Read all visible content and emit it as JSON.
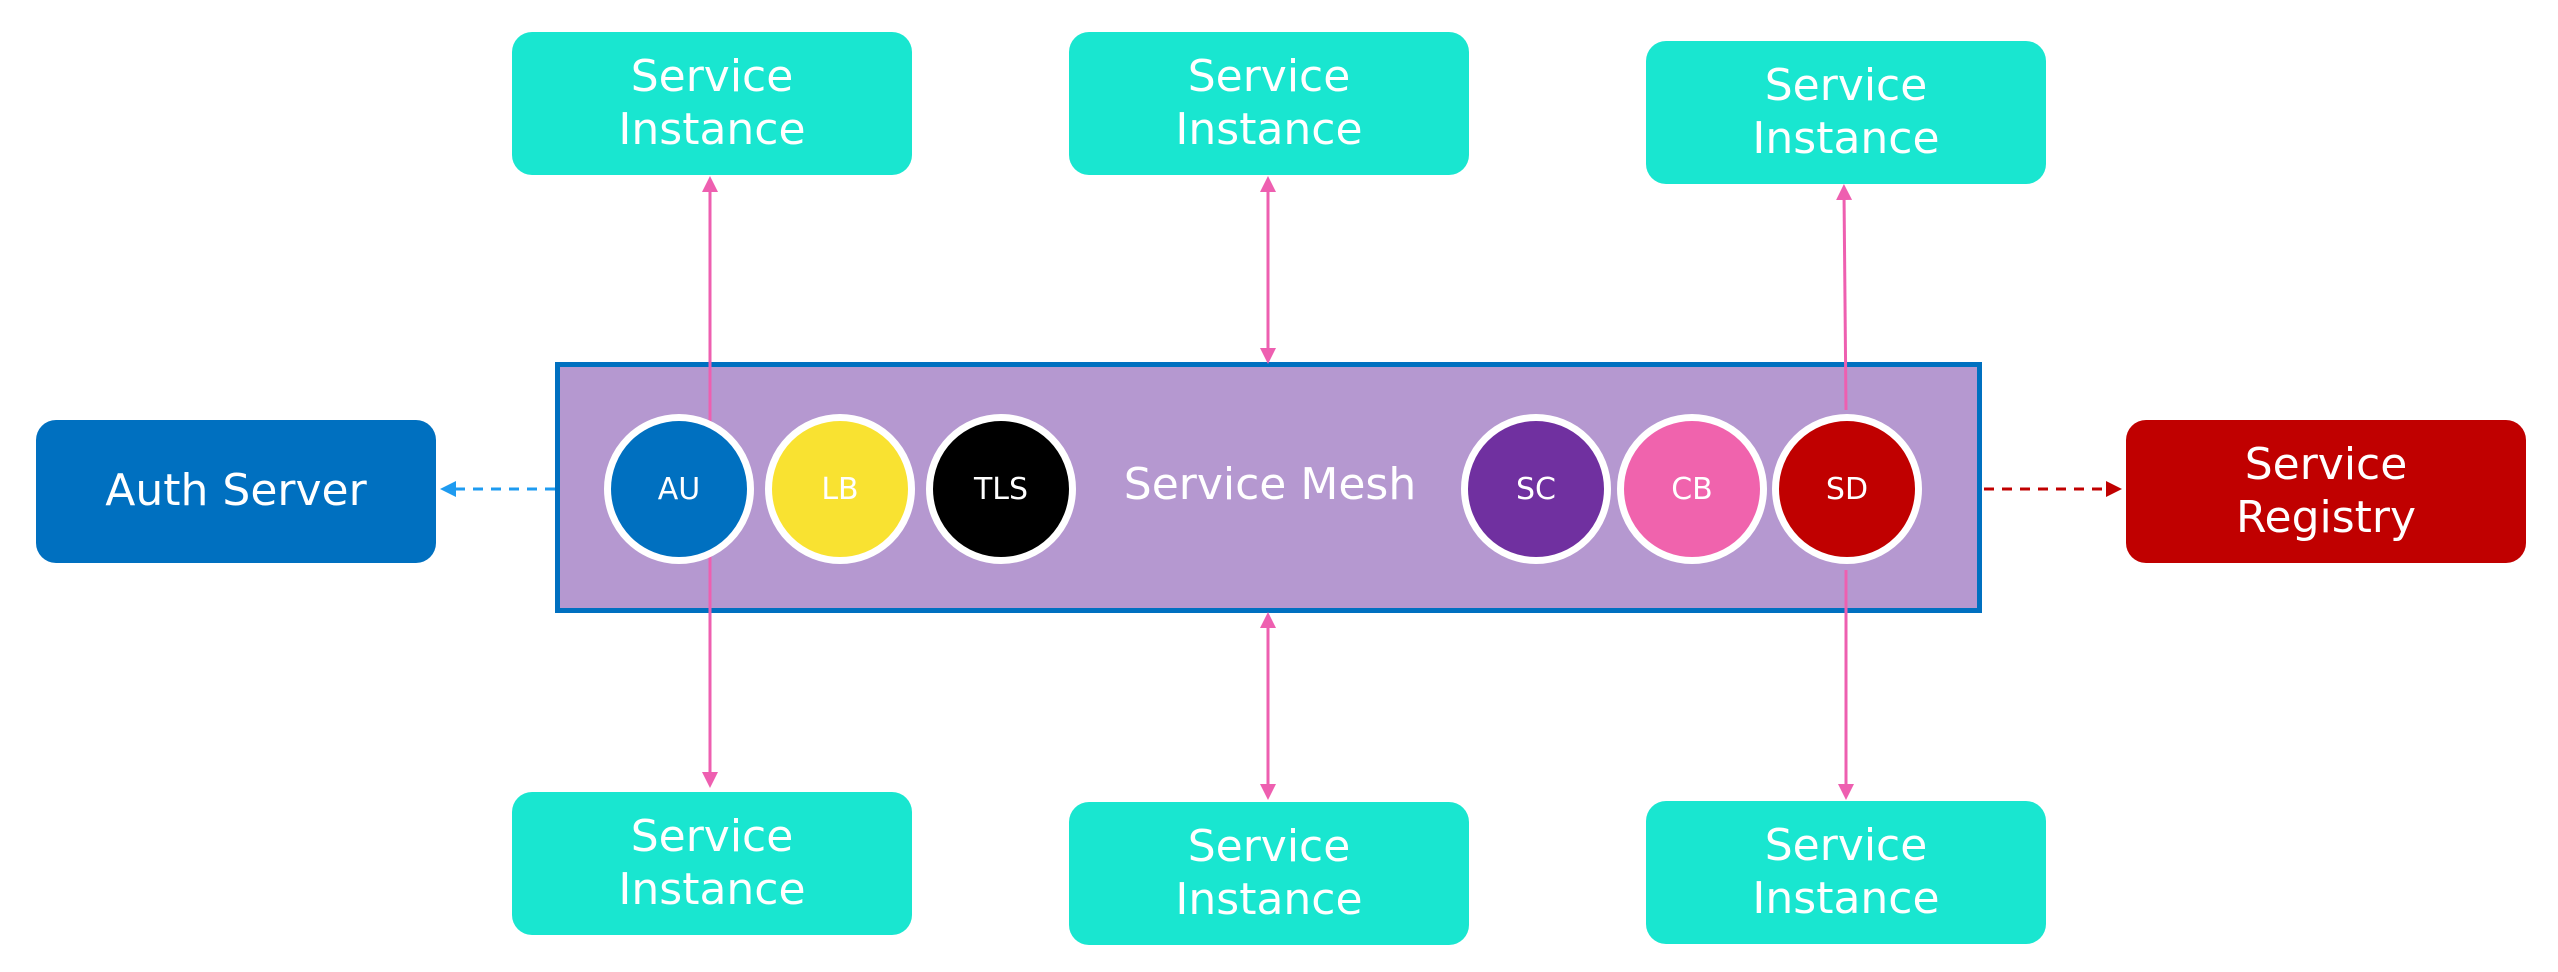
{
  "diagram": {
    "mesh_label": "Service Mesh",
    "auth_server": "Auth Server",
    "service_registry": "Service\nRegistry",
    "instances": {
      "top_left": "Service\nInstance",
      "top_center": "Service\nInstance",
      "top_right": "Service\nInstance",
      "bottom_left": "Service\nInstance",
      "bottom_center": "Service\nInstance",
      "bottom_right": "Service\nInstance"
    },
    "components": [
      {
        "label": "AU",
        "color": "#0070c0"
      },
      {
        "label": "LB",
        "color": "#f9e231"
      },
      {
        "label": "TLS",
        "color": "#000000"
      },
      {
        "label": "SC",
        "color": "#7030a0"
      },
      {
        "label": "CB",
        "color": "#f063ad"
      },
      {
        "label": "SD",
        "color": "#c00000"
      }
    ],
    "colors": {
      "instance": "#19e6d0",
      "mesh_fill": "#b598d0",
      "mesh_border": "#0070c0",
      "auth_server": "#0070c0",
      "registry": "#c00000",
      "connector": "#ee5fb0",
      "auth_link": "#1e9bf0",
      "registry_link": "#c00000"
    }
  }
}
